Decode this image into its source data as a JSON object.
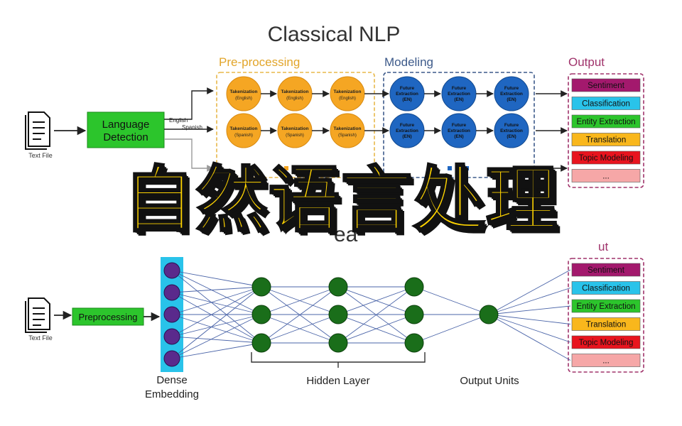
{
  "title": "Classical NLP",
  "overlay_text": "自然语言处理",
  "lower_title_fragment": "ea",
  "classical": {
    "preprocessing_label": "Pre-processing",
    "modeling_label": "Modeling",
    "output_label": "Output",
    "file_label": "Text File",
    "language_detection": "Language Detection",
    "branch_labels": [
      "English",
      "Spanish"
    ],
    "token_english": [
      "Takenization",
      "(English)"
    ],
    "token_spanish": [
      "Takenization",
      "(Spanish)"
    ],
    "feature": [
      "Future",
      "Extraction",
      "(EN)"
    ],
    "outputs": [
      "Sentiment",
      "Classification",
      "Entity Extraction",
      "Translation",
      "Topic Modeling",
      "..."
    ]
  },
  "deep": {
    "output_label_fragment": "ut",
    "file_label": "Text File",
    "preprocessing": "Preprocessing",
    "dense_embedding": [
      "Dense",
      "Embedding"
    ],
    "hidden_layer": "Hidden Layer",
    "output_units": "Output Units",
    "outputs": [
      "Sentiment",
      "Classification",
      "Entity Extraction",
      "Translation",
      "Topic Modeling",
      "..."
    ]
  },
  "colors": {
    "orange_node": "#f5a623",
    "blue_node": "#1f66c1",
    "green_box": "#2cc52c",
    "green_node": "#1a6e1a",
    "purple_node": "#5a2a8c",
    "cyan_embed": "#29c3ea",
    "preprocess_frame": "#e8b84a",
    "modeling_frame": "#3d5a8a",
    "output_frame": "#a0336b",
    "out_sentiment": "#a3196d",
    "out_classification": "#29c3ea",
    "out_entity": "#2cc52c",
    "out_translation": "#f9b71c",
    "out_topic": "#e8141e",
    "out_more": "#f6a7a7"
  }
}
